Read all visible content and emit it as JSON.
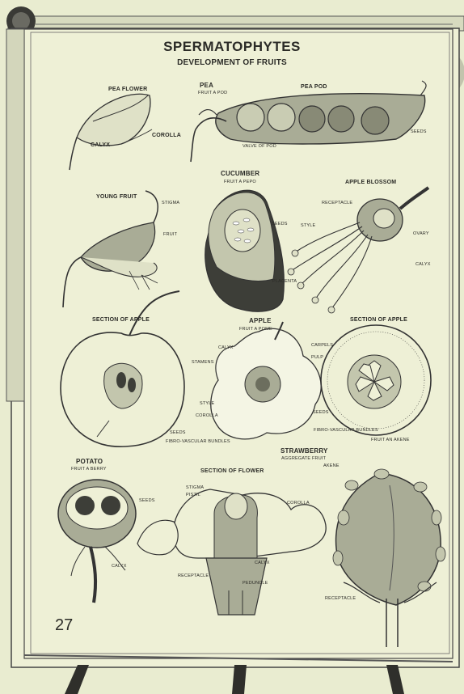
{
  "title": "SPERMATOPHYTES",
  "subtitle": "DEVELOPMENT OF FRUITS",
  "page_number": "27",
  "pea": {
    "flower_label": "PEA FLOWER",
    "calyx": "CALYX",
    "corolla": "COROLLA",
    "heading": "PEA",
    "kind": "FRUIT A POD",
    "pod_label": "PEA POD",
    "valve": "VALVE OF POD",
    "seeds": "SEEDS"
  },
  "young_fruit": {
    "heading": "YOUNG FRUIT",
    "stigma": "STIGMA",
    "fruit": "FRUIT"
  },
  "cucumber": {
    "heading": "CUCUMBER",
    "kind": "FRUIT A PEPO",
    "seeds": "SEEDS",
    "placenta": "PLACENTA"
  },
  "apple_blossom": {
    "heading": "APPLE BLOSSOM",
    "receptacle": "RECEPTACLE",
    "style": "STYLE",
    "ovary": "OVARY",
    "calyx": "CALYX"
  },
  "apple_left": {
    "heading": "SECTION OF APPLE",
    "seeds": "SEEDS",
    "bundles": "FIBRO-VASCULAR BUNDLES"
  },
  "apple_mid": {
    "heading": "APPLE",
    "kind": "FRUIT A POME",
    "calyx": "CALYX",
    "stamens": "STAMENS",
    "style": "STYLE",
    "corolla": "COROLLA"
  },
  "apple_right": {
    "heading": "SECTION OF APPLE",
    "carpels": "CARPELS",
    "pulp": "PULP",
    "seeds": "SEEDS",
    "bundles": "FIBRO-VASCULAR BUNDLES"
  },
  "potato": {
    "heading": "POTATO",
    "kind": "FRUIT A BERRY",
    "seeds": "SEEDS",
    "calyx": "CALYX"
  },
  "flower_section": {
    "heading": "SECTION OF FLOWER",
    "stigma": "STIGMA",
    "pistil": "PISTIL",
    "corolla": "COROLLA",
    "calyx": "CALYX",
    "receptacle": "RECEPTACLE",
    "peduncle": "PEDUNCLE"
  },
  "strawberry": {
    "heading": "STRAWBERRY",
    "kind": "AGGREGATE FRUIT",
    "fruit_label": "FRUIT AN AKENE",
    "akene": "AKENE",
    "receptacle": "RECEPTACLE"
  },
  "colors": {
    "paper": "#eef0d6",
    "ink": "#2b2b27",
    "fill_mid": "#b9bca4",
    "fill_dark": "#3d3e38"
  }
}
